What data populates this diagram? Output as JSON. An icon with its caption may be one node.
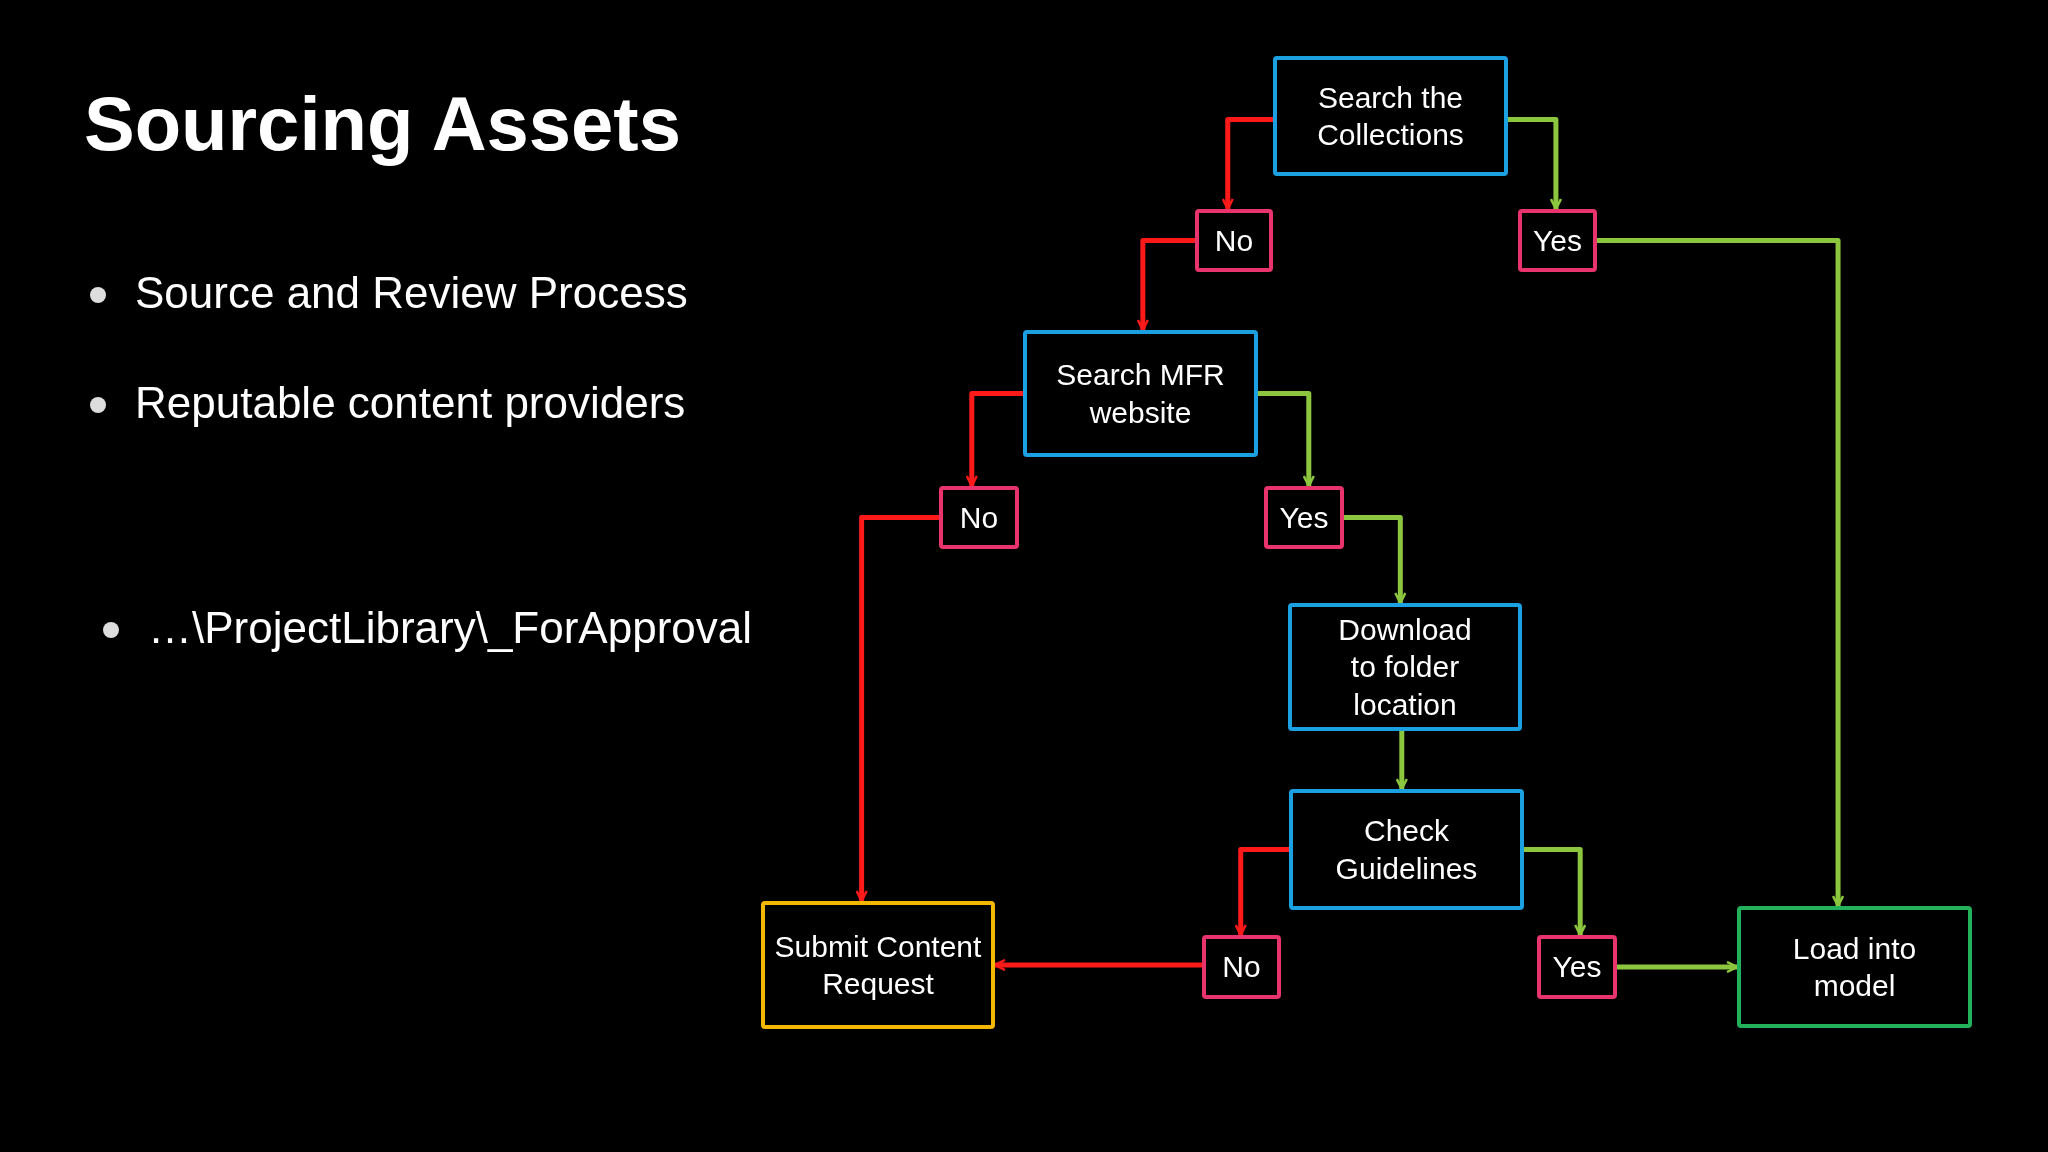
{
  "diagram": {
    "title": "Sourcing Assets",
    "nodes": [
      {
        "text": [
          "Search the Collections"
        ]
      },
      {
        "text": [
          "No"
        ]
      },
      {
        "text": [
          "Yes"
        ]
      },
      {
        "text": [
          "Search MFR website"
        ]
      },
      {
        "text": [
          "No"
        ]
      },
      {
        "text": [
          "Yes"
        ]
      },
      {
        "text": [
          "Download to folder location"
        ]
      },
      {
        "text": [
          "Check Guidelines"
        ]
      },
      {
        "text": [
          "Submit Content Request"
        ]
      },
      {
        "text": [
          "No"
        ]
      },
      {
        "text": [
          "Yes"
        ]
      },
      {
        "text": [
          "Load into model"
        ]
      }
    ],
    "edges": [
      {
        "from": 0,
        "to": 1,
        "arrow": "to",
        "color": "#ff1a1a"
      },
      {
        "from": 0,
        "to": 2,
        "arrow": "to"
      },
      {
        "from": 1,
        "to": 3,
        "arrow": "to",
        "color": "#ff1a1a"
      },
      {
        "from": 2,
        "to": 11,
        "arrow": "to"
      },
      {
        "from": 3,
        "to": 4,
        "arrow": "to",
        "color": "#ff1a1a"
      },
      {
        "from": 3,
        "to": 5,
        "arrow": "to"
      },
      {
        "from": 4,
        "to": 8,
        "arrow": "to",
        "color": "#ff1a1a"
      },
      {
        "from": 5,
        "to": 6,
        "arrow": "to"
      },
      {
        "from": 6,
        "to": 7,
        "arrow": "to"
      },
      {
        "from": 7,
        "to": 9,
        "arrow": "to",
        "color": "#ff1a1a"
      },
      {
        "from": 7,
        "to": 10,
        "arrow": "to"
      },
      {
        "from": 9,
        "to": 8,
        "arrow": "to",
        "color": "#ff1a1a"
      },
      {
        "from": 10,
        "to": 11,
        "arrow": "to"
      }
    ],
    "labels": [
      "Source and Review Process",
      "Reputable content providers",
      "…\\ProjectLibrary\\_ForApproval"
    ]
  }
}
